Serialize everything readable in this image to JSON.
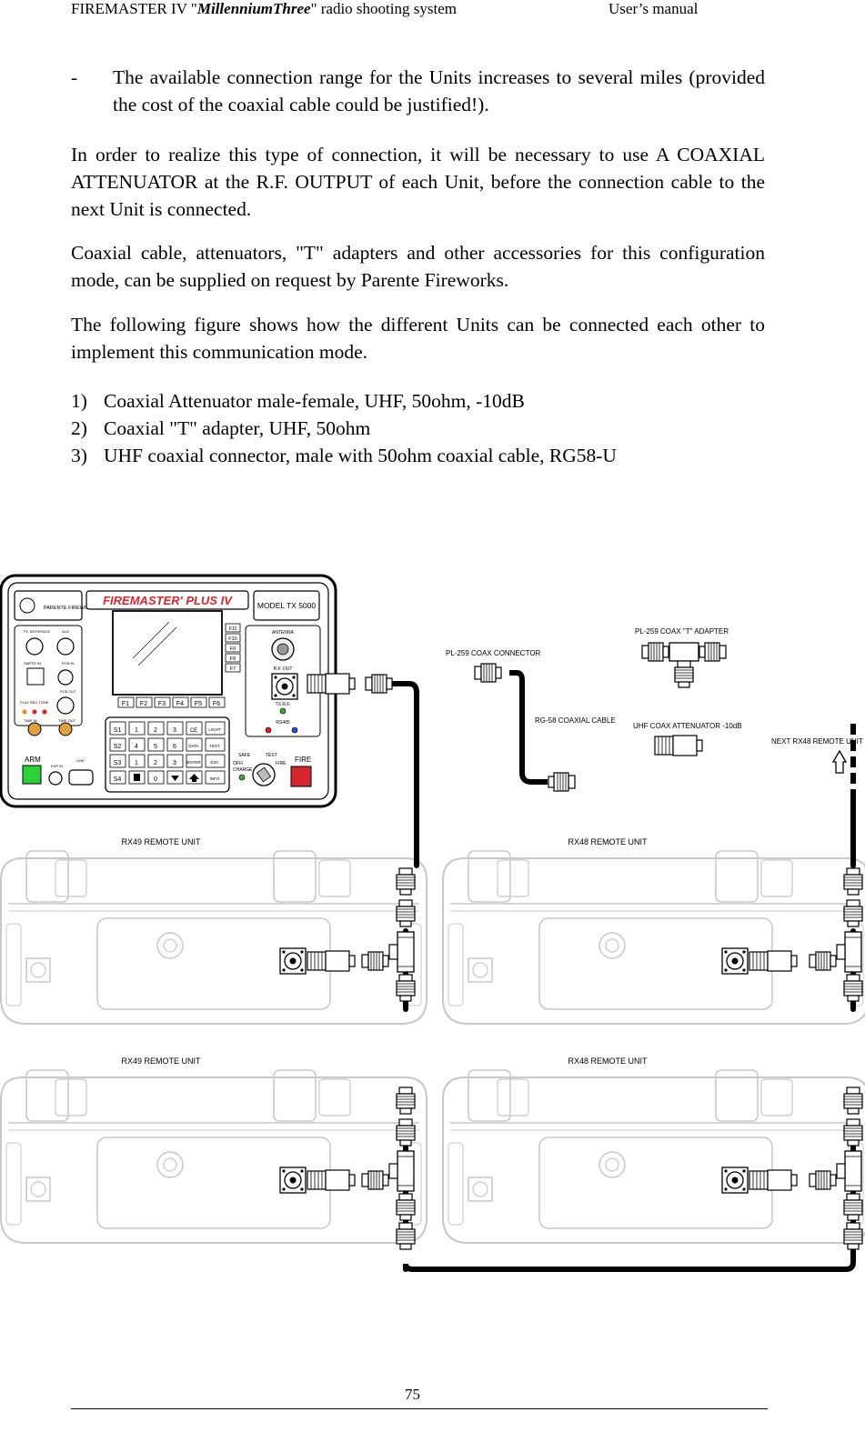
{
  "header": {
    "product_prefix": "FIREMASTER IV \"",
    "product_name": "MillenniumThree",
    "product_suffix": "\"  radio shooting system",
    "manual": "User’s manual"
  },
  "bullet": {
    "dash": "-",
    "text": "The available connection range for the Units increases to several miles (provided the cost of the coaxial cable could be justified!)."
  },
  "paragraphs": [
    "In order to realize this type of connection, it will be necessary to use A COAXIAL ATTENUATOR at the R.F. OUTPUT of each Unit, before the connection cable to the next Unit is connected.",
    "Coaxial cable, attenuators, \"T\" adapters and other accessories for this configuration mode, can be supplied on request by Parente Fireworks.",
    "The following figure shows how the different Units can be connected each other to implement this communication mode."
  ],
  "list": [
    {
      "num": "1)",
      "text": "Coaxial Attenuator male-female, UHF,  50ohm,  -10dB"
    },
    {
      "num": "2)",
      "text": "Coaxial \"T\" adapter, UHF, 50ohm"
    },
    {
      "num": "3)",
      "text": "UHF coaxial connector, male with 50ohm coaxial cable,  RG58-U"
    }
  ],
  "diagram": {
    "tx": {
      "brand": "FIREMASTER' PLUS IV",
      "model": "MODEL TX 5000",
      "company": "PARENTE FIREWORKS",
      "antenna": "ANTENNA",
      "rf_out": "R.F. OUT",
      "tx_rf": "TX R.F.",
      "rs485": "RS485",
      "arm": "ARM",
      "fire": "FIRE",
      "switch_labels": [
        "SAFE",
        "TEST",
        "OFF/",
        "CHARGE",
        "FIRE"
      ],
      "fkeys_side": [
        "F11",
        "F10",
        "F9",
        "F8",
        "F7"
      ],
      "fkeys_bottom": [
        "F1",
        "F2",
        "F3",
        "F4",
        "F5",
        "F6"
      ],
      "keypad_rows": [
        [
          "S1",
          "1",
          "2",
          "3",
          "CE",
          "LIGHT"
        ],
        [
          "S2",
          "4",
          "5",
          "6",
          "DATA",
          "TEST"
        ],
        [
          "S3",
          "1",
          "2",
          "3",
          "ENTER",
          "ESC"
        ],
        [
          "S4",
          "",
          "0",
          "",
          "",
          "INFO"
        ]
      ],
      "connector_labels": [
        "PC INTERFACE",
        "AUX",
        "SMPTE IN",
        "PCB IN",
        "PCB OUT",
        "PLAY  REC  TONE",
        "TIME IN",
        "TIME OUT",
        "EXP IN",
        "LINE"
      ]
    },
    "labels": {
      "pl259_connector": "PL-259 COAX CONNECTOR",
      "t_adapter": "PL-259 COAX \"T\" ADAPTER",
      "rg58": "RG-58 COAXIAL CABLE",
      "attenuator": "UHF COAX ATTENUATOR -10dB",
      "next_unit": "NEXT RX48 REMOTE UNIT"
    },
    "units": [
      {
        "label": "RX49 REMOTE UNIT"
      },
      {
        "label": "RX48 REMOTE UNIT"
      },
      {
        "label": "RX49 REMOTE UNIT"
      },
      {
        "label": "RX48 REMOTE UNIT"
      }
    ]
  },
  "footer": {
    "page": "75"
  },
  "colors": {
    "arm": "#2fcf3a",
    "fire": "#d8262e",
    "led_red": "#e02020",
    "led_blue": "#2050d0",
    "led_green": "#30b030",
    "led_orange": "#e09020"
  }
}
